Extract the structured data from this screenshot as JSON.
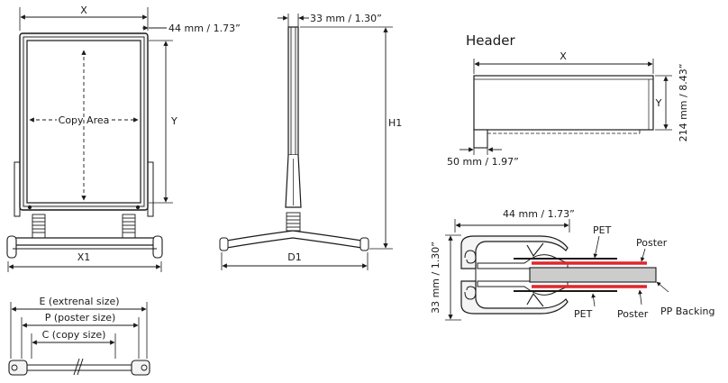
{
  "labels": {
    "front_x": "X",
    "front_thickness": "44 mm / 1.73”",
    "front_y": "Y",
    "copy_area": "Copy Area",
    "front_x1": "X1",
    "side_thickness": "33 mm / 1.30”",
    "side_h1": "H1",
    "side_d1": "D1",
    "header_title": "Header",
    "header_x": "X",
    "header_y": "Y",
    "header_height": "214 mm / 8.43”",
    "header_depth": "50 mm / 1.97”",
    "profile_width": "44 mm / 1.73”",
    "profile_height": "33 mm / 1.30”",
    "pet_top": "PET",
    "poster_top": "Poster",
    "pet_bottom": "PET",
    "poster_bottom": "Poster",
    "pp_backing": "PP Backing",
    "size_e": "E (extrenal size)",
    "size_p": "P (poster size)",
    "size_c": "C (copy size)"
  },
  "colors": {
    "line": "#1a1a1a",
    "frame_fill": "#f4f4f4",
    "poster_red": "#e0262b",
    "pp_backing_fill": "#cccccc"
  }
}
